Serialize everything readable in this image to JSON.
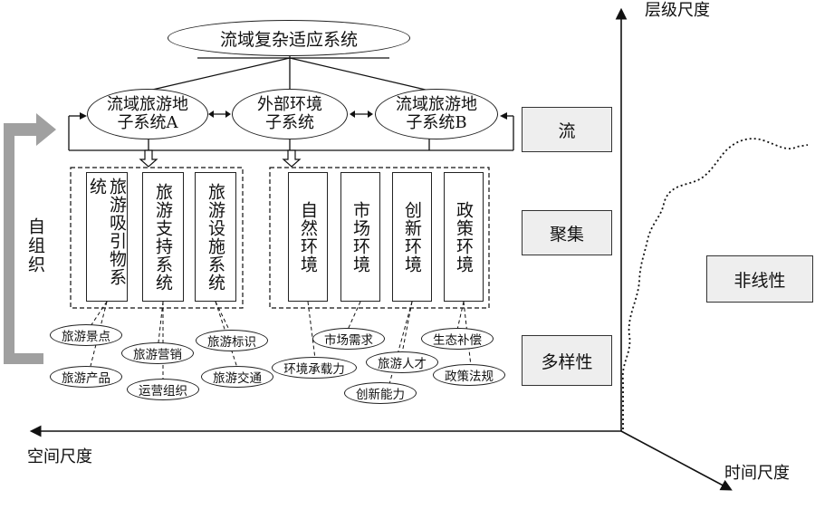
{
  "top_system": "流域复杂适应系统",
  "subsystems": [
    {
      "line1": "流域旅游地",
      "line2": "子系统A"
    },
    {
      "line1": "外部环境",
      "line2": "子系统"
    },
    {
      "line1": "流域旅游地",
      "line2": "子系统B"
    }
  ],
  "left_group": [
    "旅游吸引物系统",
    "旅游支持系统",
    "旅游设施系统"
  ],
  "right_group": [
    "自然环境",
    "市场环境",
    "创新环境",
    "政策环境"
  ],
  "elements_left": [
    "旅游景点",
    "旅游产品",
    "旅游营销",
    "运营组织",
    "旅游标识",
    "旅游交通"
  ],
  "elements_right": [
    "环境承载力",
    "市场需求",
    "旅游人才",
    "创新能力",
    "生态补偿",
    "政策法规"
  ],
  "side_label": "自组织",
  "right_panel": [
    "流",
    "聚集",
    "多样性"
  ],
  "nonlinear": "非线性",
  "axes": {
    "vertical": "层级尺度",
    "left": "空间尺度",
    "diagonal": "时间尺度"
  }
}
